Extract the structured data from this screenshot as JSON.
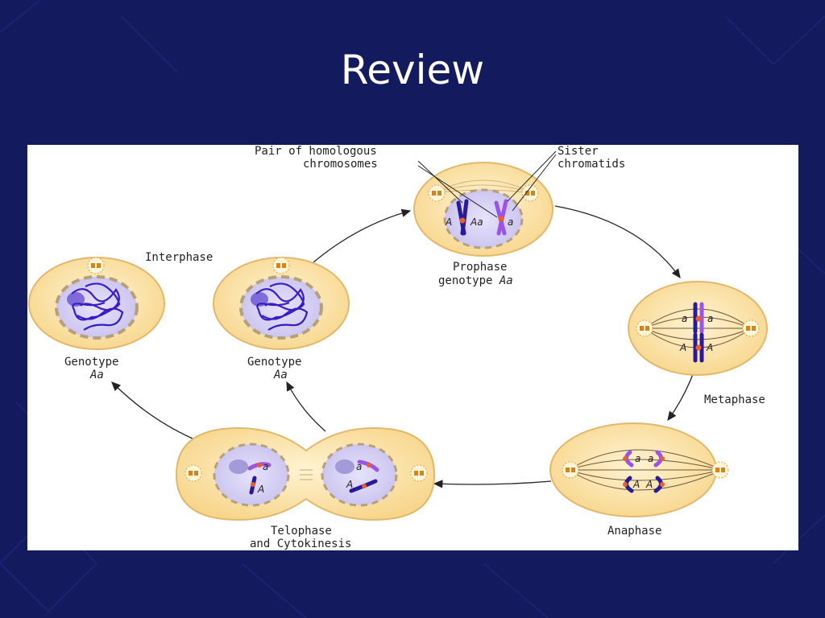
{
  "slide": {
    "title": "Review"
  },
  "labels": {
    "pair_line1": "Pair of homologous",
    "pair_line2": "chromosomes",
    "sister_line1": "Sister",
    "sister_line2": "chromatids",
    "interphase": "Interphase",
    "prophase_line1": "Prophase",
    "prophase_line2_prefix": "genotype ",
    "prophase_line2_gene": "Aa",
    "metaphase": "Metaphase",
    "anaphase": "Anaphase",
    "telophase_line1": "Telophase",
    "telophase_line2": "and Cytokinesis",
    "genotype_left_line1": "Genotype",
    "genotype_left_line2": "Aa",
    "genotype_mid_line1": "Genotype",
    "genotype_mid_line2": "Aa"
  },
  "alleles": {
    "prophase_left": "A",
    "prophase_mid": "Aa",
    "prophase_right": "a",
    "meta_top_left": "a",
    "meta_top_right": "a",
    "meta_bot_left": "A",
    "meta_bot_right": "A",
    "ana_top_left": "a",
    "ana_top_right": "a",
    "ana_bot_left": "A",
    "ana_bot_right": "A",
    "telo_left_top": "a",
    "telo_left_bot": "A",
    "telo_right_top": "a",
    "telo_right_bot": "A"
  },
  "colors": {
    "background": "#141a5e",
    "cell_fill": "#fde6b0",
    "cell_edge": "#e3b86c",
    "nucleus_fill": "#d7d3f2",
    "chromatin": "#3a1cc4",
    "chromosome_dark": "#2a1a9a",
    "chromosome_light": "#9a55e8",
    "centromere": "#e8602c"
  }
}
